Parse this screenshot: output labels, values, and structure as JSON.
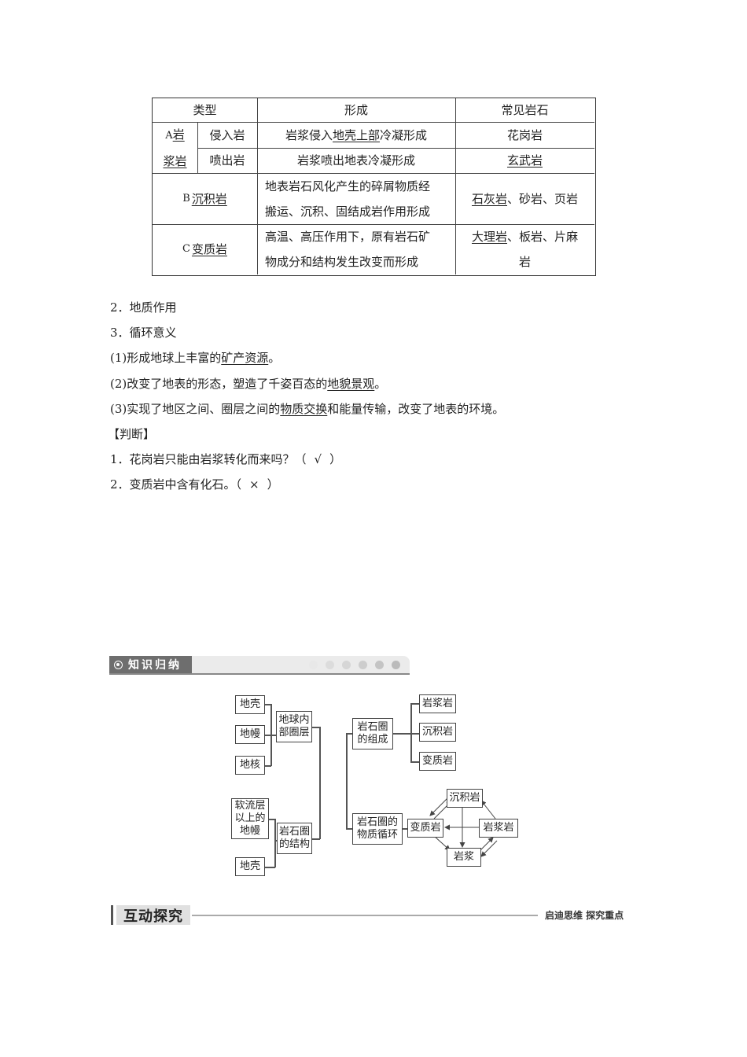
{
  "table": {
    "headers": [
      "类型",
      "形成",
      "常见岩石"
    ],
    "rows": [
      {
        "group_prefix": "A",
        "group_label_1": "岩",
        "group_label_2": "浆岩",
        "sub": "侵入岩",
        "formation_pre": "岩浆侵入",
        "formation_ul": "地壳上部",
        "formation_post": "冷凝形成",
        "rocks_ul": "",
        "rocks": "花岗岩"
      },
      {
        "sub": "喷出岩",
        "formation": "岩浆喷出地表冷凝形成",
        "rocks_ul": "玄武岩",
        "rocks": ""
      },
      {
        "prefix": "B",
        "type_ul": "沉积岩",
        "formation_line1": "地表岩石风化产生的碎屑物质经",
        "formation_line2": "搬运、沉积、固结成岩作用形成",
        "rocks_ul": "石灰岩",
        "rocks": "、砂岩、页岩"
      },
      {
        "prefix": "C",
        "type_ul": "变质岩",
        "formation_line1": "高温、高压作用下，原有岩石矿",
        "formation_line2": "物成分和结构发生改变而形成",
        "rocks_ul": "大理岩",
        "rocks_line1": "、板岩、片麻",
        "rocks_line2": "岩"
      }
    ]
  },
  "section2": {
    "title": "2．地质作用"
  },
  "section3": {
    "title": "3．循环意义",
    "items": [
      {
        "pre": "(1)形成地球上丰富的",
        "ul": "矿产资源",
        "post": "。"
      },
      {
        "pre": "(2)改变了地表的形态，塑造了千姿百态的",
        "ul": "地貌景观",
        "post": "。"
      },
      {
        "pre": "(3)实现了地区之间、圈层之间的",
        "ul": "物质交换",
        "post": "和能量传输，改变了地表的环境。"
      }
    ]
  },
  "judge": {
    "title": "【判断】",
    "items": [
      {
        "text": "1．花岗岩只能由岩浆转化而来吗？（",
        "answer": "√",
        "close": "）"
      },
      {
        "text": "2．变质岩中含有化石。（",
        "answer": "×",
        "close": "）"
      }
    ]
  },
  "banner": {
    "label": "知识归纳",
    "dot_colors": [
      "#e6e6e6",
      "#dcdcdc",
      "#d6d6d6",
      "#cecece",
      "#c4c4c4",
      "#bcbcbc"
    ]
  },
  "diagram": {
    "inner_layers": [
      "地壳",
      "地幔",
      "地核"
    ],
    "inner_group": "地球内部圈层",
    "structure_items": [
      "软流层以上的地幔",
      "地壳"
    ],
    "structure_group": "岩石圈的结构",
    "composition_group": "岩石圈的组成",
    "composition_items": [
      "岩浆岩",
      "沉积岩",
      "变质岩"
    ],
    "cycle_group": "岩石圈的物质循环",
    "cycle_nodes": {
      "sedimentary": "沉积岩",
      "metamorphic": "变质岩",
      "igneous": "岩浆岩",
      "magma": "岩浆"
    }
  },
  "heading": {
    "label": "互动探究",
    "right_text": "启迪思维  探究重点"
  }
}
